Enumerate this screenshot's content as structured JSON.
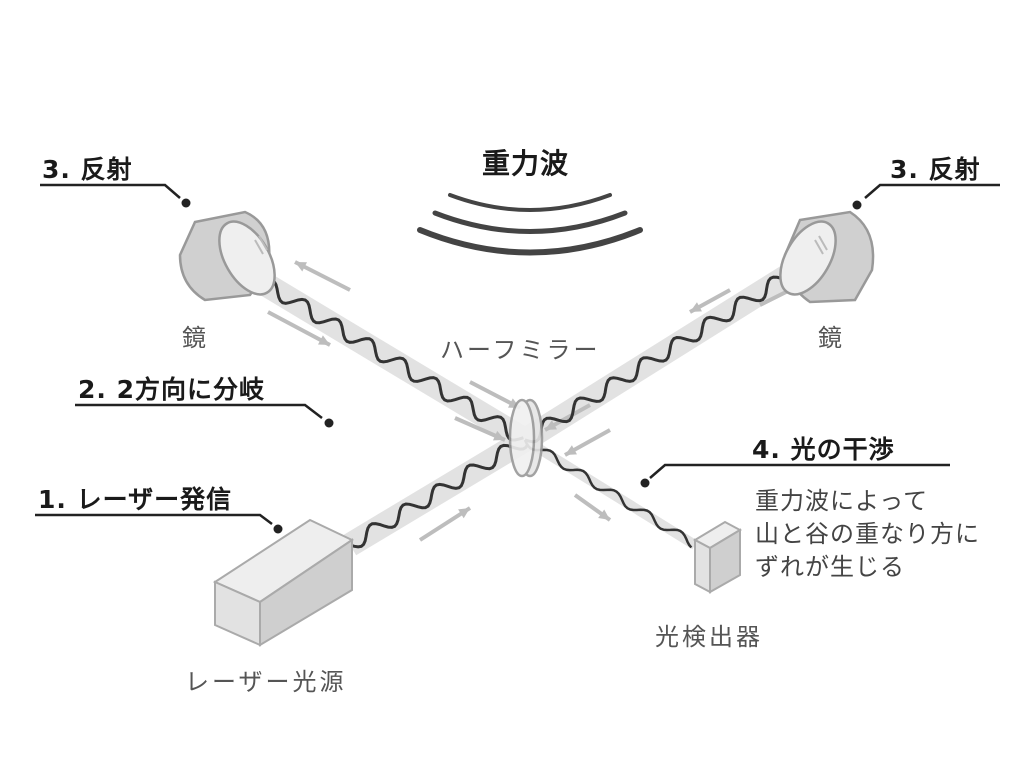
{
  "title": "重力波",
  "labels": {
    "reflect_left": "3. 反射",
    "reflect_right": "3. 反射",
    "split": "2. 2方向に分岐",
    "laser_emit": "1. レーザー発信",
    "interference": "4. 光の干渉",
    "interference_note": [
      "重力波によって",
      "山と谷の重なり方に",
      "ずれが生じる"
    ]
  },
  "components": {
    "mirror_left": "鏡",
    "mirror_right": "鏡",
    "half_mirror": "ハーフミラー",
    "laser_source": "レーザー光源",
    "detector": "光検出器"
  },
  "colors": {
    "beam": "#e2e2e2",
    "wave": "#333333",
    "arrow": "#bdbdbd",
    "body": "#dcdcdc"
  }
}
